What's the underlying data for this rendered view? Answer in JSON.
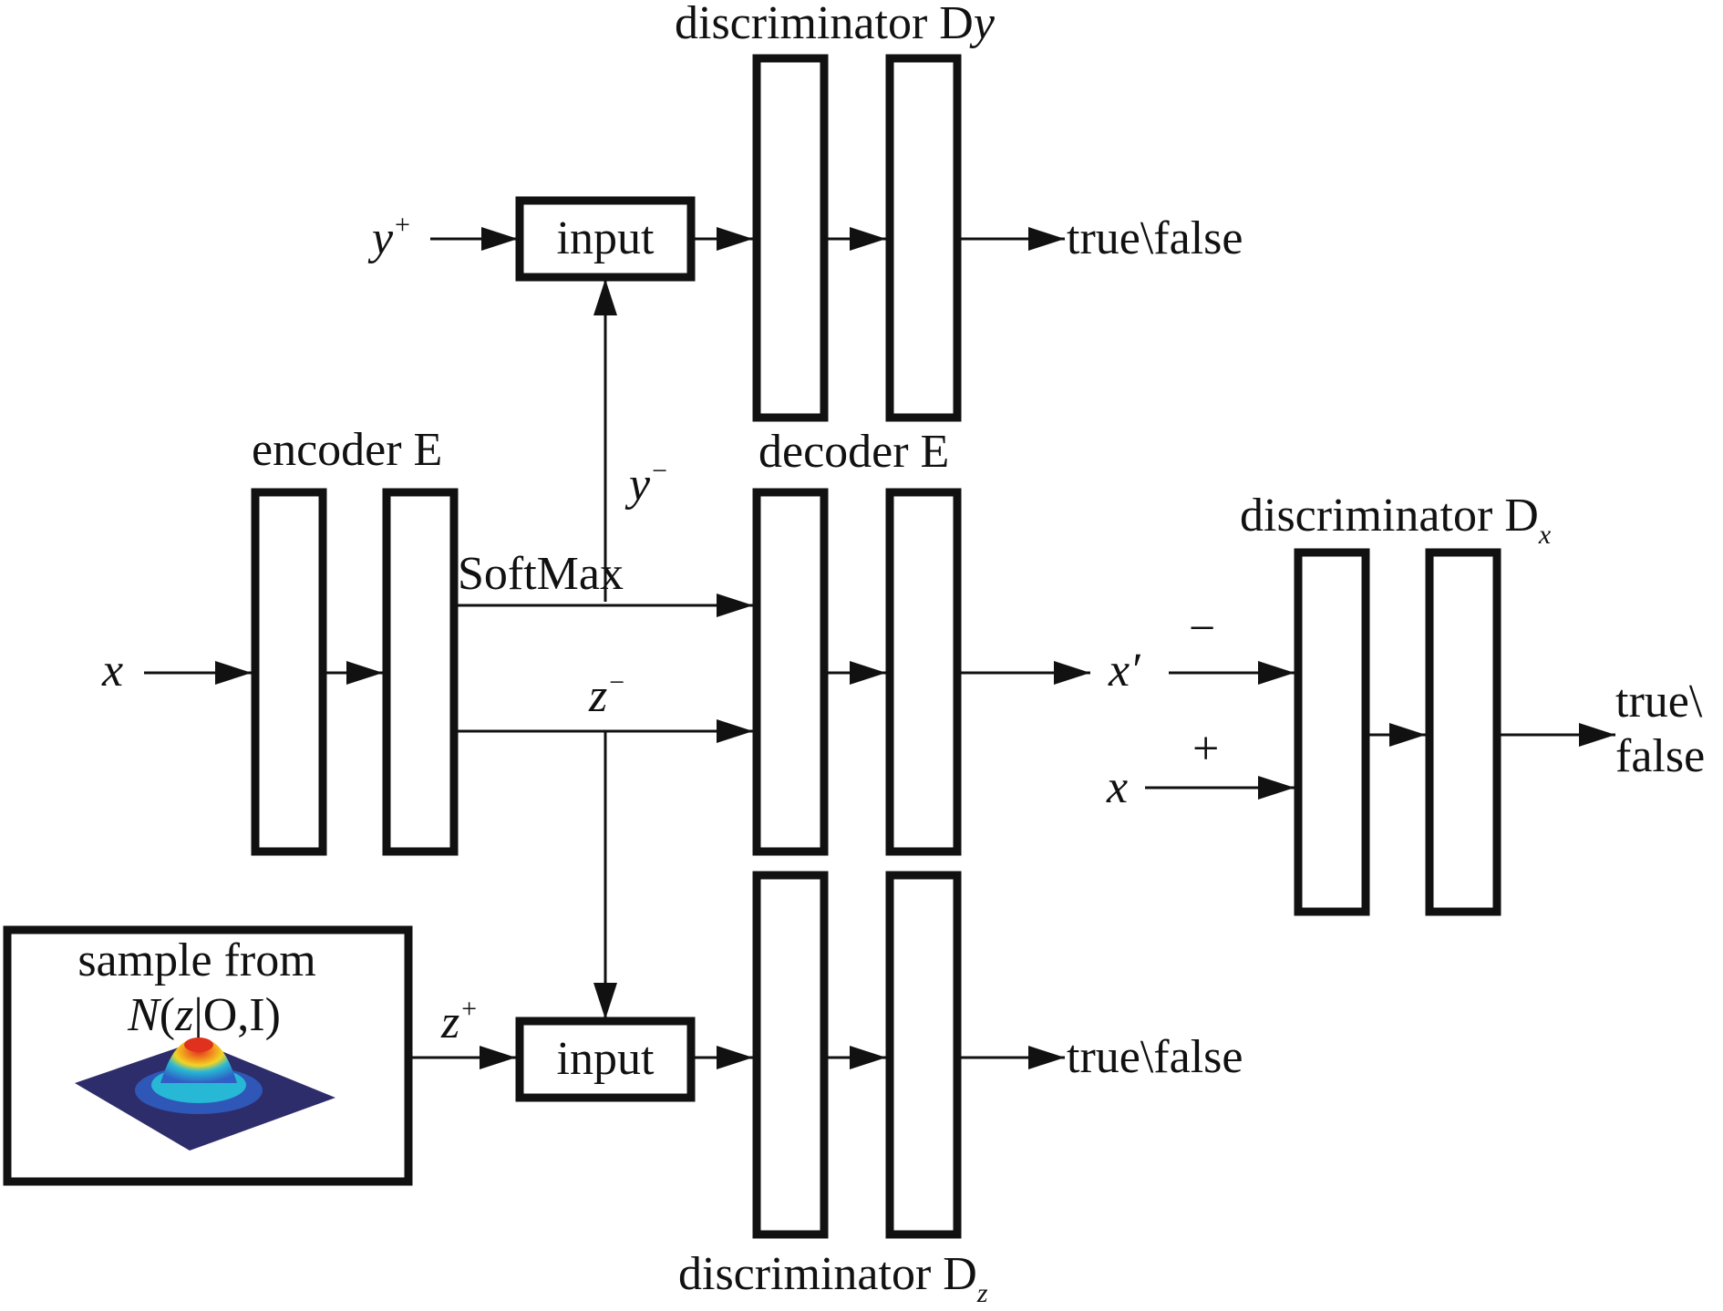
{
  "labels": {
    "discriminator_dy": "discriminator D",
    "discriminator_dy_sub": "y",
    "encoder": "encoder E",
    "decoder": "decoder E",
    "discriminator_dx": "discriminator D",
    "discriminator_dx_sub": "x",
    "discriminator_dz": "discriminator D",
    "discriminator_dz_sub": "z",
    "softmax": "SoftMax",
    "input_top": "input",
    "input_bottom": "input",
    "true_false_top": "true\\false",
    "true_false_bottom": "true\\false",
    "true_dx": "true\\",
    "false_dx": "false",
    "y_plus": "y",
    "y_plus_sup": "+",
    "y_minus": "y",
    "y_minus_sup": "−",
    "z_minus": "z",
    "z_minus_sup": "−",
    "z_plus": "z",
    "z_plus_sup": "+",
    "x_input": "x",
    "x_prime": "x′",
    "x_real": "x",
    "minus_sign": "−",
    "plus_sign": "+",
    "sample_line1": "sample from",
    "sample_N": "N",
    "sample_open": "(",
    "sample_z": "z",
    "sample_rest": "|O,I)"
  },
  "colors": {
    "line": "#111111",
    "surface": "#2e2d6b",
    "peak_red": "#e0301e",
    "peak_yellow": "#f2d424",
    "peak_cyan": "#27b8d6",
    "peak_blue": "#2f5fc4"
  }
}
